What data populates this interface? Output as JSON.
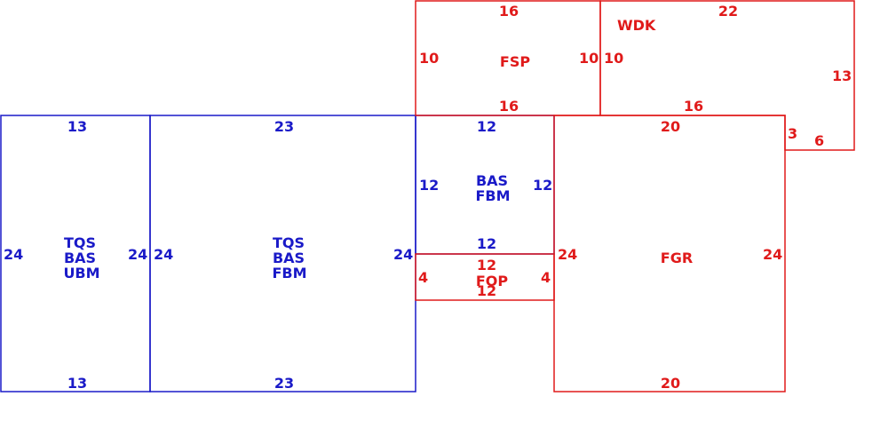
{
  "colors": {
    "lower_level": "#1a1ac8",
    "upper_level": "#e01a1a",
    "background": "#ffffff"
  },
  "areas": {
    "left_room": {
      "labels": [
        "TQS",
        "BAS",
        "UBM"
      ],
      "top": "13",
      "bottom": "13",
      "left": "24",
      "right": "24"
    },
    "mid_room": {
      "labels": [
        "TQS",
        "BAS",
        "FBM"
      ],
      "top": "23",
      "bottom": "23",
      "left": "24",
      "right": "24"
    },
    "small_room": {
      "labels": [
        "BAS",
        "FBM"
      ],
      "top": "12",
      "bottom": "12",
      "left": "12",
      "right": "12"
    },
    "fop": {
      "label": "FOP",
      "top": "12",
      "bottom": "12",
      "left": "4",
      "right": "4"
    },
    "fsp": {
      "label": "FSP",
      "top": "16",
      "bottom": "16",
      "left": "10",
      "right": "10"
    },
    "wdk": {
      "label": "WDK",
      "top": "22",
      "bottom": "16",
      "left": "10",
      "right": "13",
      "notch_vertical": "3",
      "notch_horizontal": "6"
    },
    "fgr": {
      "label": "FGR",
      "top": "20",
      "bottom": "20",
      "left": "24",
      "right": "24"
    }
  }
}
